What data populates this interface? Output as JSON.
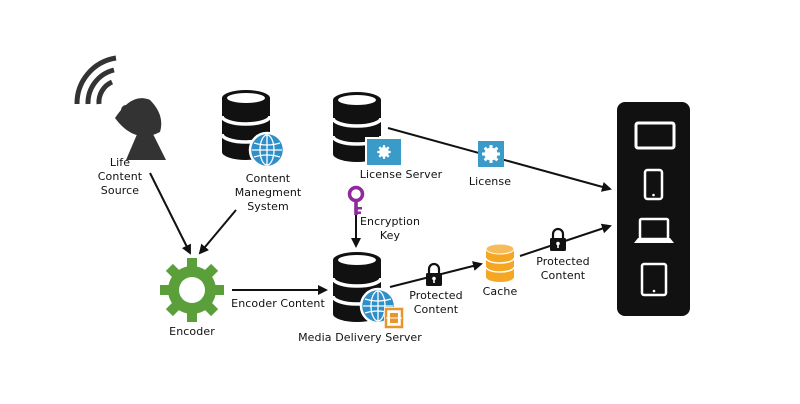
{
  "nodes": {
    "source": {
      "label": "Life\nContent\nSource",
      "icon": "satellite-dish-icon"
    },
    "cms": {
      "label": "Content\nManegment\nSystem",
      "icon": "database-globe-icon"
    },
    "license_server": {
      "label": "License Server",
      "icon": "database-icon"
    },
    "encoder": {
      "label": "Encoder",
      "icon": "gear-icon"
    },
    "media_server": {
      "label": "Media Delivery Server",
      "icon": "database-globe-film-icon"
    },
    "cache": {
      "label": "Cache",
      "icon": "cylinder-icon"
    },
    "devices": {
      "icon": "devices-panel-icon",
      "items": [
        "monitor-icon",
        "phone-icon",
        "laptop-icon",
        "tablet-icon"
      ]
    }
  },
  "edges": {
    "encryption_key": "Encryption\nKey",
    "encoder_content": "Encoder Content",
    "protected_content_1": "Protected\nContent",
    "protected_content_2": "Protected\nContent",
    "license": "License"
  },
  "colors": {
    "gear": "#5a9f3a",
    "globe": "#2e8fc9",
    "license_badge": "#3a9bc8",
    "key": "#8e2a9c",
    "cache": "#f5a623",
    "film": "#e8962a",
    "dark": "#111111"
  }
}
